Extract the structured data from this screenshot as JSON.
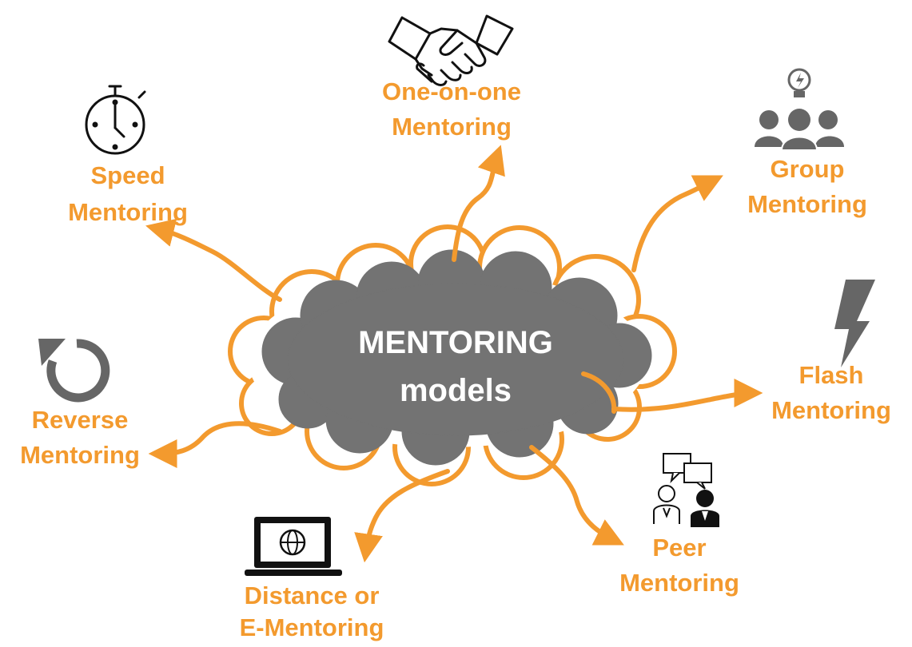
{
  "center": {
    "line1": "MENTORING",
    "line2": "models"
  },
  "models": [
    {
      "key": "one-on-one",
      "line1": "One-on-one",
      "line2": "Mentoring",
      "icon": "handshake-icon"
    },
    {
      "key": "group",
      "line1": "Group",
      "line2": "Mentoring",
      "icon": "group-idea-icon"
    },
    {
      "key": "flash",
      "line1": "Flash",
      "line2": "Mentoring",
      "icon": "lightning-icon"
    },
    {
      "key": "peer",
      "line1": "Peer",
      "line2": "Mentoring",
      "icon": "chat-people-icon"
    },
    {
      "key": "distance",
      "line1": "Distance or",
      "line2": "E-Mentoring",
      "icon": "laptop-globe-icon"
    },
    {
      "key": "reverse",
      "line1": "Reverse",
      "line2": "Mentoring",
      "icon": "reverse-arrow-icon"
    },
    {
      "key": "speed",
      "line1": "Speed",
      "line2": "Mentoring",
      "icon": "stopwatch-icon"
    }
  ],
  "colors": {
    "accent": "#f39a2e",
    "cloud": "#737373",
    "icon": "#666666",
    "ink": "#111111"
  }
}
